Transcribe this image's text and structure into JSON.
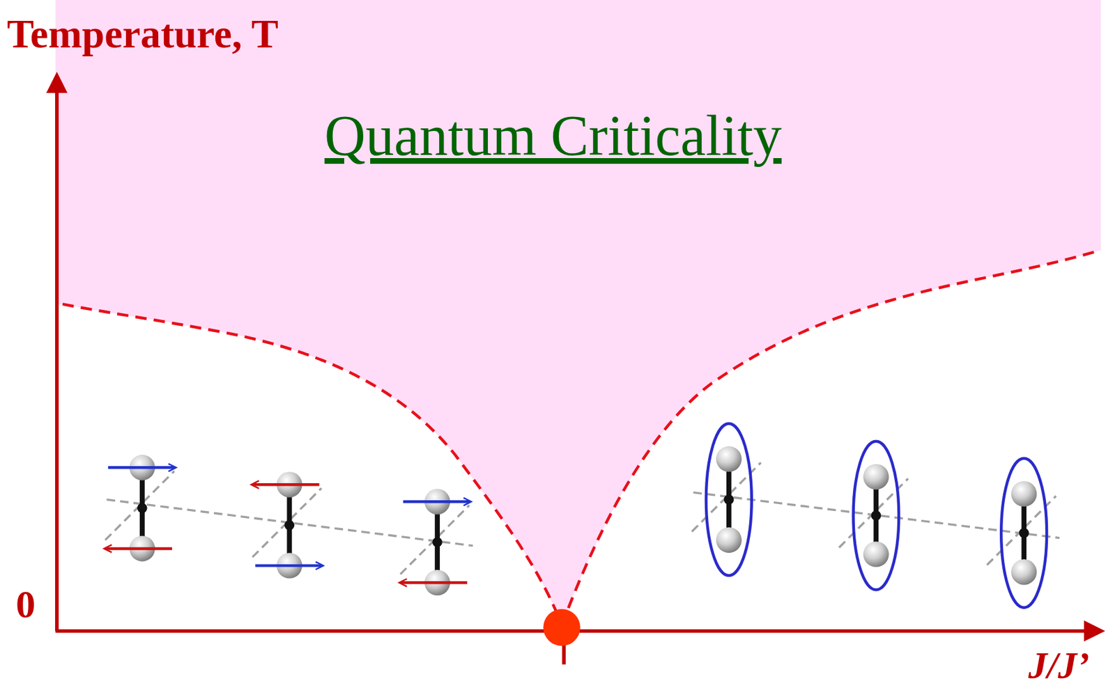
{
  "diagram": {
    "labels": [
      "Temperature, T",
      "Quantum Criticality",
      "0",
      "J/J’"
    ]
  }
}
